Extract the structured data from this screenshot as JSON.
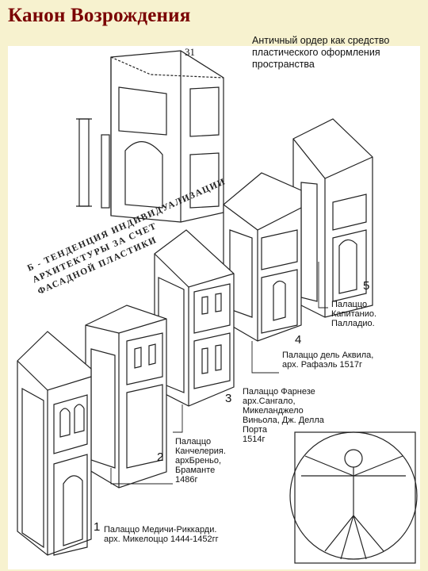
{
  "title": "Канон Возрождения",
  "subtitle": "Античный ордер как средство пластического оформления пространства",
  "diagonal_text": {
    "line1": "Б - ТЕНДЕНЦИЯ ИНДИВИДУАЛИЗАЦИИ",
    "line2": "АРХИТЕКТУРЫ ЗА СЧЕТ",
    "line3": "ФАСАДНОЙ ПЛАСТИКИ"
  },
  "drawing_marks": {
    "label_31": "31"
  },
  "buildings": [
    {
      "number": "1",
      "caption": "Палаццо Медичи-Риккарди.\nарх. Микелоццо 1444-1452гг"
    },
    {
      "number": "2",
      "caption": "Палаццо\nКанчелерия.\nархБреньо,\nБраманте\n1486г"
    },
    {
      "number": "3",
      "caption": "Палаццо Фарнезе\nарх.Сангало,\nМикеланджело\nВиньола, Дж. Делла\nПорта\n1514г"
    },
    {
      "number": "4",
      "caption": "Палаццо дель Аквила,\nарх. Рафаэль 1517г"
    },
    {
      "number": "5",
      "caption": "Палаццо\nКапитанио.\nПалладио."
    }
  ],
  "colors": {
    "background": "#f7f2cf",
    "title": "#7a0000"
  }
}
